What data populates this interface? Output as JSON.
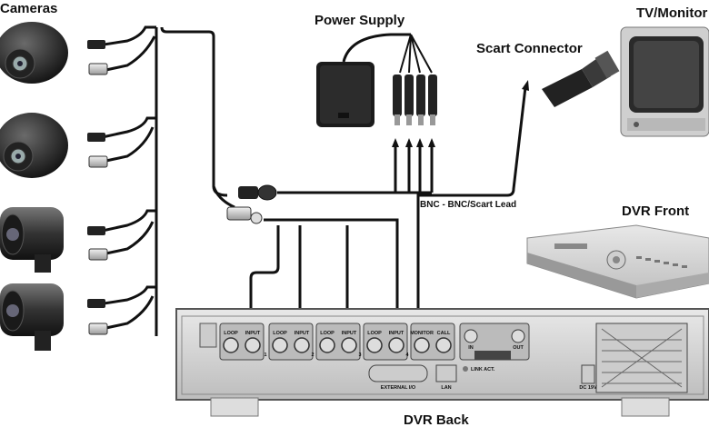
{
  "labels": {
    "cameras": "Cameras",
    "power_supply": "Power Supply",
    "scart_connector": "Scart Connector",
    "tv_monitor": "TV/Monitor",
    "dvr_front": "DVR Front",
    "dvr_back": "DVR Back",
    "bnc_lead": "BNC - BNC/Scart Lead"
  },
  "panel": {
    "ports": [
      "LOOP",
      "INPUT",
      "LOOP",
      "INPUT",
      "LOOP",
      "INPUT",
      "LOOP",
      "INPUT",
      "MONITOR",
      "CALL"
    ],
    "port_numbers": [
      "1",
      "2",
      "3",
      "4"
    ],
    "audio_in": "IN",
    "audio_out": "OUT",
    "external_io": "EXTERNAL I/O",
    "lan": "LAN",
    "link_act": "LINK ACT.",
    "dc": "DC 19V"
  }
}
